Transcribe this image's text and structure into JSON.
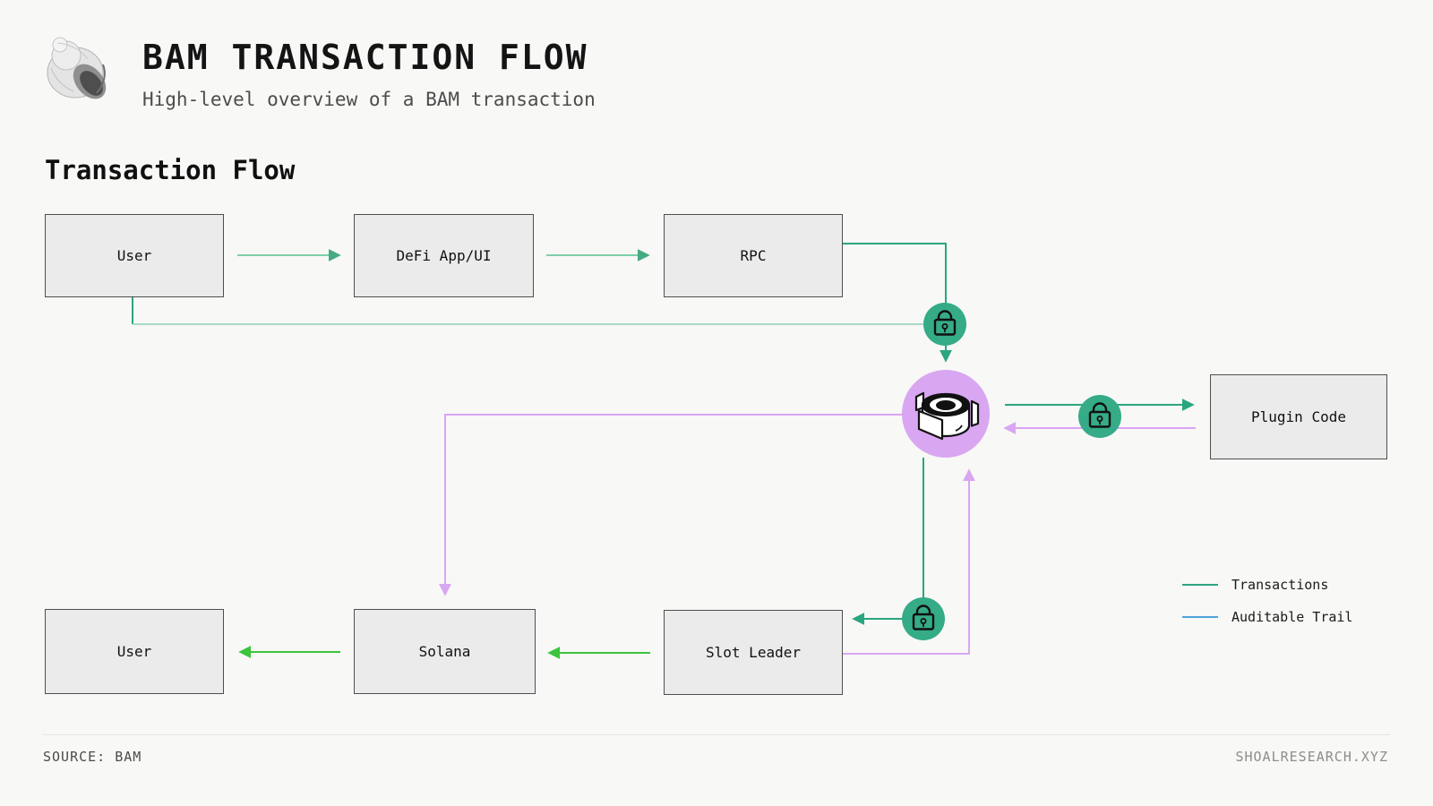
{
  "header": {
    "title": "BAM TRANSACTION FLOW",
    "subtitle": "High-level overview of a BAM transaction"
  },
  "section_title": "Transaction Flow",
  "nodes": {
    "user_top": {
      "label": "User"
    },
    "defi_app": {
      "label": "DeFi App/UI"
    },
    "rpc": {
      "label": "RPC"
    },
    "plugin_code": {
      "label": "Plugin Code"
    },
    "user_bottom": {
      "label": "User"
    },
    "solana": {
      "label": "Solana"
    },
    "slot_leader": {
      "label": "Slot Leader"
    }
  },
  "icons": {
    "logo": "shell-logo",
    "bam_node": "bam-node-icon",
    "encryption": "lock-icon"
  },
  "legend": {
    "items": [
      {
        "label": "Transactions",
        "color": "#2aa57f"
      },
      {
        "label": "Auditable Trail",
        "color": "#4da3db"
      }
    ]
  },
  "footer": {
    "source": "SOURCE: BAM",
    "site": "SHOALRESEARCH.XYZ"
  },
  "colors": {
    "background": "#f8f8f6",
    "node_fill": "#ebebeb",
    "node_border": "#4f4f4f",
    "transactions_dark": "#2aa57f",
    "transactions_light": "#7ecfa9",
    "transactions_pale": "#a6dcc4",
    "transactions_bright": "#3cc43c",
    "auditable_trail": "#d9a6f2",
    "lock_badge": "#35ab87",
    "bam_circle": "#d9a6f2"
  }
}
